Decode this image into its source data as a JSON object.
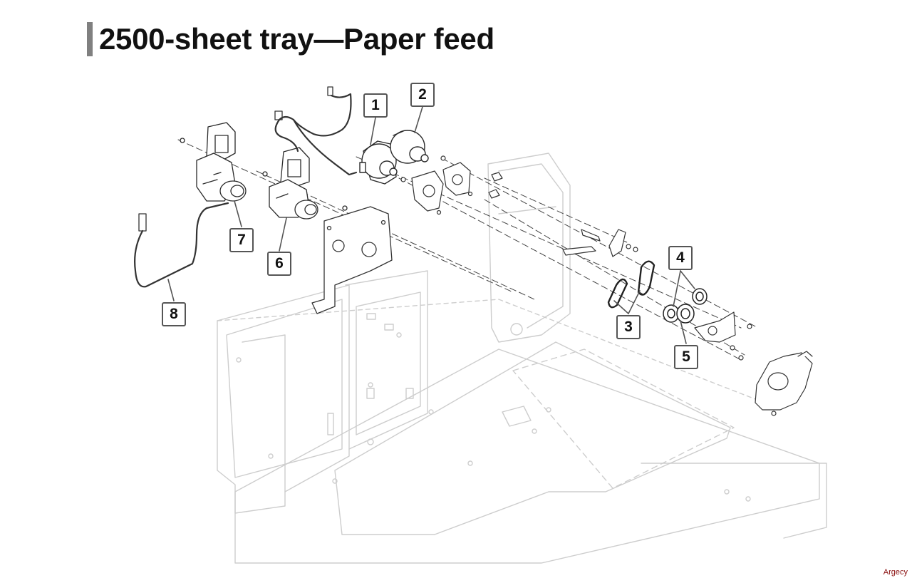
{
  "title": "2500-sheet tray—Paper feed",
  "callouts": [
    "1",
    "2",
    "3",
    "4",
    "5",
    "6",
    "7",
    "8"
  ],
  "watermark": "Argecy",
  "colors": {
    "title_bar": "#808080",
    "part_line": "#333333",
    "frame_line": "#c8c8c8",
    "leader_line": "#555555"
  }
}
